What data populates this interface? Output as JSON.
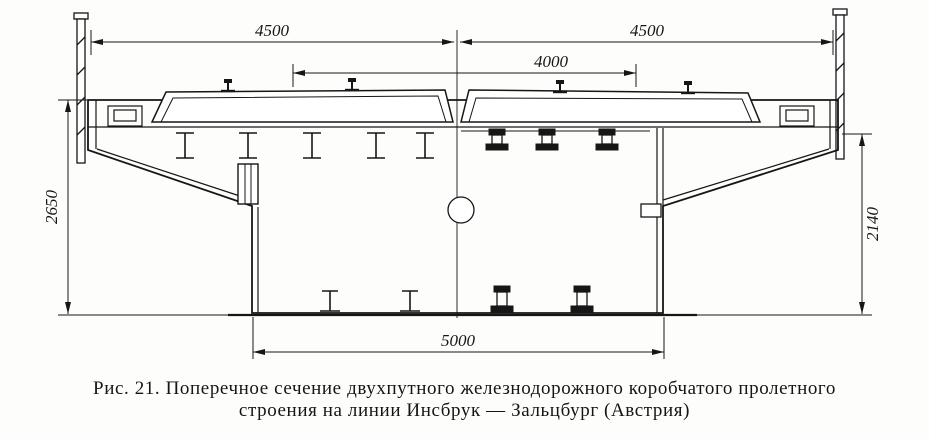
{
  "figure": {
    "caption": {
      "prefix": "Рис. 21.",
      "line1": "Поперечное сечение двухпутного железнодорожного  коробчатого пролетного",
      "line2": "строения на линии Инсбрук — Зальцбург (Австрия)"
    },
    "dimensions": {
      "top_left_mm": "4500",
      "top_right_mm": "4500",
      "inner_track_mm": "4000",
      "left_depth_mm": "2650",
      "right_depth_mm": "2140",
      "bottom_box_mm": "5000"
    },
    "colors": {
      "ink": "#161616",
      "paper": "#fdfdfb"
    }
  }
}
